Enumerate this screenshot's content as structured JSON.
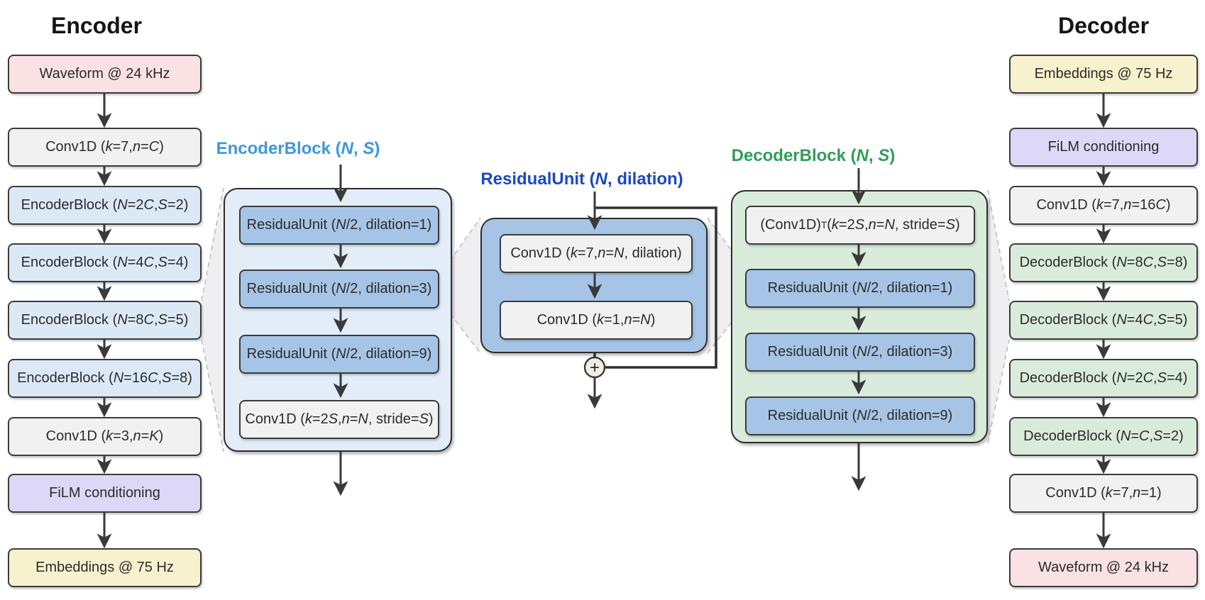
{
  "figure": {
    "description_left_column_title": "Encoder",
    "description_right_column_title": "Decoder"
  },
  "colors": {
    "waveform_box": "#f9e1e4",
    "conv_box": "#f1f1f2",
    "encoder_block_box": "#dbe9f7",
    "film_box": "#ddd8f7",
    "embeddings_box": "#f8f1cd",
    "residual_unit_box": "#a6c5e6",
    "decoder_block_box": "#d9ecdb",
    "encoder_block_container": "#e2edf9",
    "encoder_block_title": "#3e97df",
    "residual_unit_title": "#1b49c0",
    "decoder_block_title": "#2f9e58",
    "arrow": "#3a3a3a"
  },
  "encoder": {
    "title": "Encoder",
    "boxes": [
      {
        "label_html": "Waveform @ 24 kHz"
      },
      {
        "label_html": "Conv1D (<i>k</i>=7, <i>n</i>=<i>C</i>)"
      },
      {
        "label_html": "EncoderBlock (<i>N</i>=2<i>C</i>, <i>S</i>=2)"
      },
      {
        "label_html": "EncoderBlock (<i>N</i>=4<i>C</i>, <i>S</i>=4)"
      },
      {
        "label_html": "EncoderBlock (<i>N</i>=8<i>C</i>, <i>S</i>=5)"
      },
      {
        "label_html": "EncoderBlock (<i>N</i>=16<i>C</i>, <i>S</i>=8)"
      },
      {
        "label_html": "Conv1D (<i>k</i>=3, <i>n</i>=<i>K</i>)"
      },
      {
        "label_html": "FiLM conditioning"
      },
      {
        "label_html": "Embeddings @ 75 Hz"
      }
    ]
  },
  "decoder": {
    "title": "Decoder",
    "boxes": [
      {
        "label_html": "Embeddings @ 75 Hz"
      },
      {
        "label_html": "FiLM conditioning"
      },
      {
        "label_html": "Conv1D (<i>k</i>=7, <i>n</i>=16<i>C</i>)"
      },
      {
        "label_html": "DecoderBlock (<i>N</i>=8<i>C</i>, <i>S</i>=8)"
      },
      {
        "label_html": "DecoderBlock (<i>N</i>=4<i>C</i>, <i>S</i>=5)"
      },
      {
        "label_html": "DecoderBlock (<i>N</i>=2<i>C</i>, <i>S</i>=4)"
      },
      {
        "label_html": "DecoderBlock (<i>N</i>=<i>C</i>, <i>S</i>=2)"
      },
      {
        "label_html": "Conv1D (<i>k</i>=7, <i>n</i>=1)"
      },
      {
        "label_html": "Waveform @ 24 kHz"
      }
    ]
  },
  "encoder_block": {
    "title_html": "EncoderBlock (<i>N</i>, <i>S</i>)",
    "boxes": [
      {
        "label_html": "ResidualUnit (<i>N</i>/2, dilation=1)"
      },
      {
        "label_html": "ResidualUnit (<i>N</i>/2, dilation=3)"
      },
      {
        "label_html": "ResidualUnit (<i>N</i>/2, dilation=9)"
      },
      {
        "label_html": "Conv1D (<i>k</i>=2<i>S</i>, <i>n</i>=<i>N</i>, stride=<i>S</i>)"
      }
    ]
  },
  "residual_unit": {
    "title_html": "ResidualUnit (<i>N</i>, dilation)",
    "boxes": [
      {
        "label_html": "Conv1D (<i>k</i>=7, <i>n</i>=<i>N</i>, dilation)"
      },
      {
        "label_html": "Conv1D (<i>k</i>=1, <i>n</i>=<i>N</i>)"
      }
    ],
    "sum_symbol": "+"
  },
  "decoder_block": {
    "title_html": "DecoderBlock (<i>N</i>, <i>S</i>)",
    "boxes": [
      {
        "label_html": "(Conv1D)<sup>T</sup> (<i>k</i>=2<i>S</i>, <i>n</i>=<i>N</i>, stride=<i>S</i>)"
      },
      {
        "label_html": "ResidualUnit (<i>N</i>/2, dilation=1)"
      },
      {
        "label_html": "ResidualUnit (<i>N</i>/2, dilation=3)"
      },
      {
        "label_html": "ResidualUnit (<i>N</i>/2, dilation=9)"
      }
    ]
  }
}
